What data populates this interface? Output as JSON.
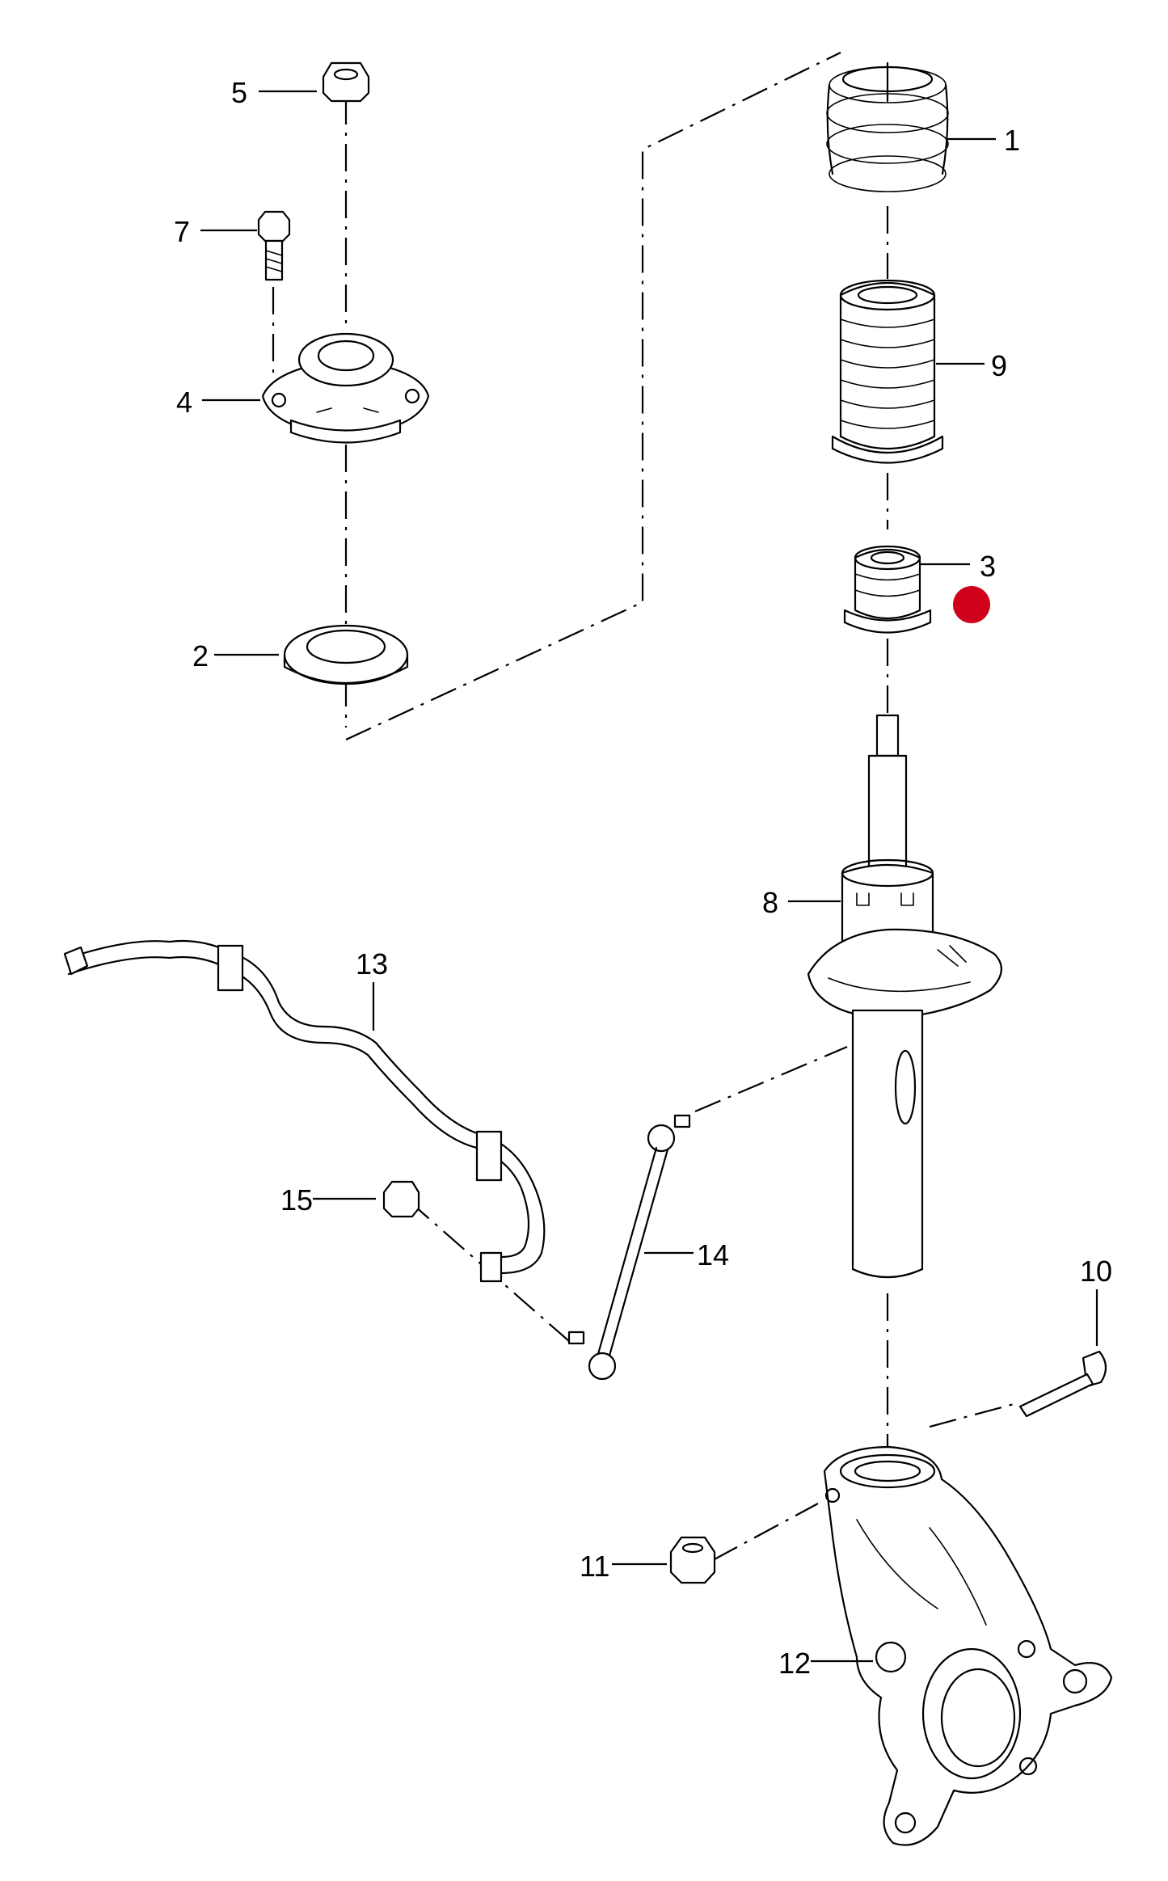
{
  "labels": {
    "l1": "1",
    "l2": "2",
    "l3": "3",
    "l4": "4",
    "l5": "5",
    "l7": "7",
    "l8": "8",
    "l9": "9",
    "l10": "10",
    "l11": "11",
    "l12": "12",
    "l13": "13",
    "l14": "14",
    "l15": "15"
  },
  "colors": {
    "line": "#000000",
    "background": "#ffffff",
    "marker": "#d0021b"
  },
  "marker": {
    "shape": "filled-circle",
    "near_part": "3"
  }
}
